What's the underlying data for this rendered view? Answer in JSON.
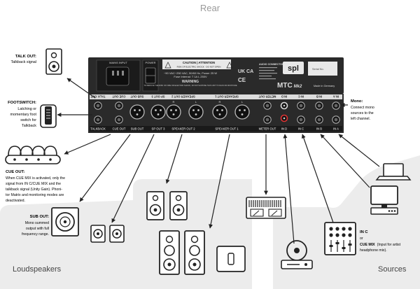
{
  "header": {
    "title": "Rear"
  },
  "device": {
    "mains_label": "MAINS INPUT",
    "power_label": "POWER",
    "caution_title": "CAUTION | ATTENTION",
    "caution_sub": "RISK OF ELECTRIC SHOCK · DO NOT OPEN",
    "voltage_text": "~90 VAC~250 VAC, 50/60 Hz, Power 25 W",
    "fuse_text": "Fuse Internal: T 1A L 250V",
    "warning_title": "WARNING",
    "warning_text": "TO REDUCE THE RISK OF FIRE OR ELECTRIC SHOCK, DO NOT EXPOSE THIS UNIT TO RAIN OR MOISTURE",
    "audio_connectors": "AUDIO CONNECTORS",
    "ukca": "UK CA",
    "ce": "CE",
    "spl_logo": "spl",
    "model": "MTC",
    "model_mk": "Mk2",
    "made_in": "Made in Germany",
    "serial_label": "Serial No.",
    "bar_labels": {
      "talkback": "TALKBACK",
      "cue_out": "CUE OUT",
      "sub_out": "SUB OUT",
      "sp_out3": "SP OUT 3",
      "speaker_out2": "SPEAKER OUT 2",
      "speaker_out1": "SPEAKER OUT 1",
      "meter_out": "METER OUT",
      "in_d": "IN D",
      "in_c": "IN C",
      "in_b": "IN B",
      "in_a": "IN A"
    },
    "top_labels": {
      "talk_out": "TALK OUT",
      "cue_out": "CUE OUT",
      "sub_out": "SUB OUT",
      "sp_out3": "SP OUT 3",
      "speaker_out2": "SPEAKER OUT 2",
      "speaker_out1": "SPEAKER OUT 1",
      "meter_out": "METER OUT",
      "in_d": "IN D",
      "in_c": "IN C",
      "in_b": "IN B",
      "in_a": "IN A"
    },
    "channel_l": "L",
    "channel_r": "R"
  },
  "callouts": {
    "talk_out": {
      "title": "TALK OUT:",
      "text": "Talkback signal"
    },
    "footswitch": {
      "title": "FOOTSWITCH:",
      "lines": [
        "Latching or",
        "momentary foot",
        "switch for",
        "Talkback"
      ]
    },
    "cue_out": {
      "title": "CUE OUT:",
      "lines": [
        "When CUE MIX is activated, only the",
        "signal from IN C/CUE MIX and the",
        "talkback signal (Unity Gain). Phoni-",
        "tor Matrix and monitoring modes are",
        "deactivated."
      ]
    },
    "sub_out": {
      "title": "SUB OUT:",
      "lines": [
        "Mono summed",
        "output with full",
        "frequency range."
      ]
    },
    "mono": {
      "title": "Mono:",
      "lines": [
        "Connect mono",
        "sources to the",
        "left channel."
      ]
    },
    "in_c": {
      "title": "IN C",
      "or": "or",
      "cue_mix": "CUE MIX",
      "note_lines": [
        "(Input for artist",
        "headphone mix)."
      ]
    }
  },
  "sections": {
    "loudspeakers": "Loudspeakers",
    "sources": "Sources"
  }
}
